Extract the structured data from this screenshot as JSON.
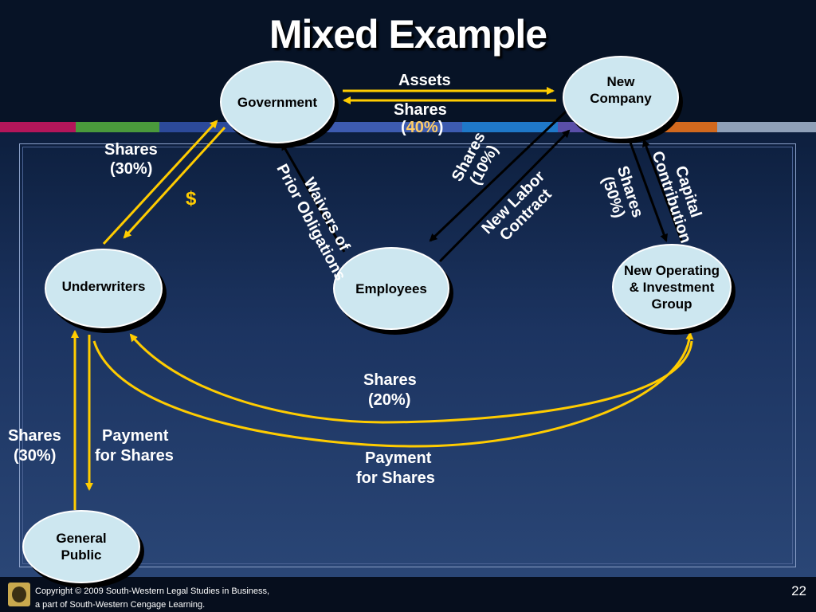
{
  "title": "Mixed Example",
  "nodes": {
    "government": "Government",
    "new_company": "New Company",
    "underwriters": "Underwriters",
    "employees": "Employees",
    "new_group": "New Operating & Investment Group",
    "general_public": "General Public"
  },
  "edge_labels": {
    "assets": "Assets",
    "shares_gov_company": "Shares",
    "shares_gov_company_pct": "40%",
    "shares_underwriters": "Shares",
    "shares_underwriters_pct": "(30%)",
    "dollar": "$",
    "waivers": "Waivers of",
    "prior_obligations": "Prior Obligations",
    "shares_employees": "Shares",
    "shares_employees_pct": "(10%)",
    "new_labor": "New Labor",
    "contract": "Contract",
    "shares_group": "Shares",
    "shares_group_pct": "(50%)",
    "capital": "Capital",
    "contribution": "Contribution",
    "shares_public_from_group": "Shares",
    "shares_public_from_group_pct": "(20%)",
    "payment_group": "Payment",
    "payment_group_2": "for Shares",
    "shares_public": "Shares",
    "shares_public_pct": "(30%)",
    "payment_public": "Payment",
    "payment_public_2": "for Shares"
  },
  "footer": {
    "copyright_line1": "Copyright © 2009 South-Western Legal Studies in Business,",
    "copyright_line2": "a part of South-Western Cengage Learning.",
    "page_number": "22"
  },
  "colors": {
    "arrow_yellow": "#ffcc00",
    "arrow_black": "#000000",
    "node_fill": "#cde7f0",
    "stripe": [
      "#c2185b",
      "#4caf50",
      "#3f51b5",
      "#5c6bc0",
      "#1e88e5",
      "#7e57c2",
      "#e65100",
      "#90a4ae"
    ]
  }
}
